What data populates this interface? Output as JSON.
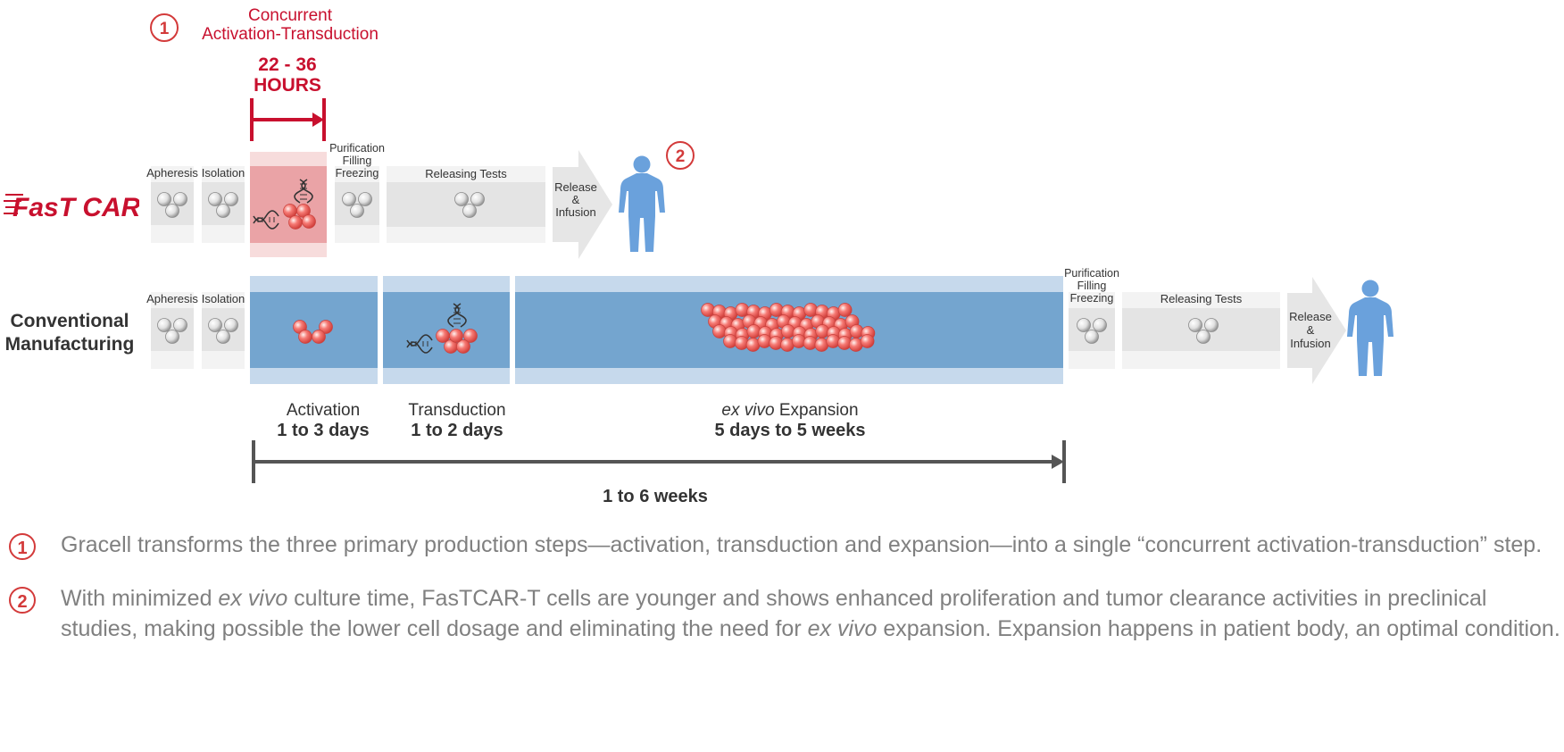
{
  "header": {
    "step1_badge": "1",
    "concurrent_line1": "Concurrent",
    "concurrent_line2": "Activation-Transduction",
    "duration_line1": "22 - 36",
    "duration_line2": "HOURS",
    "step2_badge": "2"
  },
  "fastcar_row": {
    "brand_logo": "FasT CAR",
    "apheresis": "Apheresis",
    "isolation": "Isolation",
    "purification_line1": "Purification",
    "purification_line2": "Filling",
    "purification_line3": "Freezing",
    "releasing_tests": "Releasing Tests",
    "release_line1": "Release",
    "release_line2": "&",
    "release_line3": "Infusion"
  },
  "conventional_row": {
    "label_line1": "Conventional",
    "label_line2": "Manufacturing",
    "apheresis": "Apheresis",
    "isolation": "Isolation",
    "purification_line1": "Purification",
    "purification_line2": "Filling",
    "purification_line3": "Freezing",
    "releasing_tests": "Releasing Tests",
    "release_line1": "Release",
    "release_line2": "&",
    "release_line3": "Infusion"
  },
  "phases": {
    "activation_name": "Activation",
    "activation_time": "1 to 3 days",
    "transduction_name": "Transduction",
    "transduction_time": "1 to 2 days",
    "expansion_italic": "ex vivo",
    "expansion_name": " Expansion",
    "expansion_time": "5 days to 5 weeks",
    "total_time": "1 to 6 weeks"
  },
  "notes": {
    "note1_num": "1",
    "note1_text": "Gracell transforms the three primary production steps—activation, transduction and expansion—into a single “concurrent activation-transduction” step.",
    "note2_num": "2",
    "note2_part1": "With minimized ",
    "note2_italic1": "ex vivo",
    "note2_part2": " culture time, FasTCAR-T cells are younger and shows enhanced proliferation and tumor clearance activities in preclinical studies, making possible the lower cell dosage and eliminating the need for ",
    "note2_italic2": "ex vivo",
    "note2_part3": " expansion. Expansion happens in patient body, an optimal condition."
  },
  "colors": {
    "brand_red": "#c8102e",
    "band_blue": "#74a5cf",
    "band_light_blue": "#c6d9ec",
    "box_gray": "#e4e4e4",
    "human_blue": "#6aa1dc",
    "cell_red": "#f06b6b"
  },
  "icons": {
    "cells": "gray-cell-cluster-icon",
    "red_cells": "red-cell-cluster-icon",
    "dna": "dna-icon",
    "human": "human-figure-icon"
  }
}
